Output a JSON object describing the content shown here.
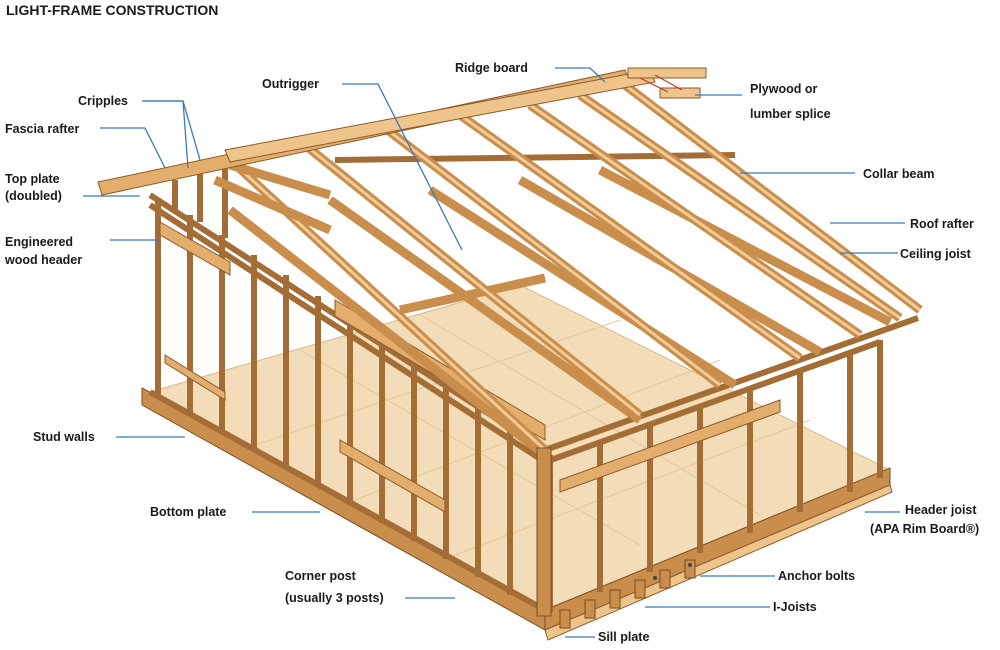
{
  "title": "LIGHT-FRAME CONSTRUCTION",
  "labels": {
    "ridge_board": "Ridge board",
    "outrigger": "Outrigger",
    "cripples": "Cripples",
    "fascia_rafter": "Fascia rafter",
    "top_plate_1": "Top plate",
    "top_plate_2": "(doubled)",
    "engineered_header_1": "Engineered",
    "engineered_header_2": "wood header",
    "plywood_splice_1": "Plywood or",
    "plywood_splice_2": "lumber splice",
    "collar_beam": "Collar beam",
    "roof_rafter": "Roof rafter",
    "ceiling_joist": "Ceiling joist",
    "stud_walls": "Stud walls",
    "bottom_plate": "Bottom plate",
    "header_joist_1": "Header joist",
    "header_joist_2": "(APA Rim Board®)",
    "corner_post_1": "Corner post",
    "corner_post_2": "(usually 3 posts)",
    "anchor_bolts": "Anchor bolts",
    "i_joists": "I-Joists",
    "sill_plate": "Sill plate"
  },
  "colors": {
    "wood": "#e3ad6c",
    "wood_dark": "#c98d4c",
    "floor": "#f3dcb8",
    "leader": "#3b79b8",
    "text": "#1a1a1a"
  }
}
